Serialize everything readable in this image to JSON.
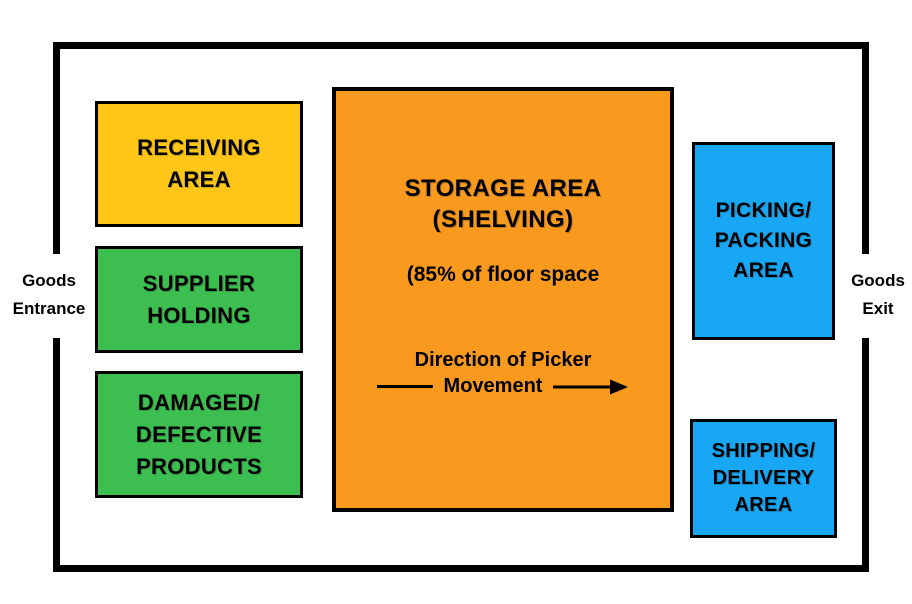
{
  "boundary": {
    "entrance_label": "Goods\nEntrance",
    "exit_label": "Goods\nExit",
    "border_color": "#000000"
  },
  "areas": {
    "receiving": {
      "label": "RECEIVING\nAREA",
      "color": "#ffc617"
    },
    "supplier_holding": {
      "label": "SUPPLIER\nHOLDING",
      "color": "#3dbe50"
    },
    "damaged": {
      "label": "DAMAGED/\nDEFECTIVE\nPRODUCTS",
      "color": "#3dbe50"
    },
    "storage": {
      "title": "STORAGE AREA\n(SHELVING)",
      "subtitle": "(85% of floor space",
      "direction_caption": "Direction of Picker",
      "direction_word": "Movement",
      "color": "#f9991e"
    },
    "picking": {
      "label": "PICKING/\nPACKING\nAREA",
      "color": "#17a7f5"
    },
    "shipping": {
      "label": "SHIPPING/\nDELIVERY\nAREA",
      "color": "#17a7f5"
    }
  },
  "icons": {
    "movement_arrow": "right-arrow"
  }
}
